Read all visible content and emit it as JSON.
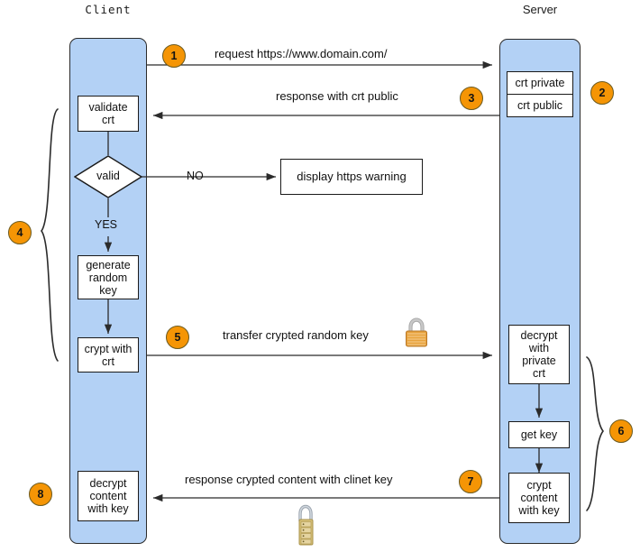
{
  "diagram": {
    "title_client": "Client",
    "title_server": "Server"
  },
  "lanes": [
    {
      "id": "client",
      "label": "Client"
    },
    {
      "id": "server",
      "label": "Server"
    }
  ],
  "client_nodes": {
    "validate_crt": "validate\ncrt",
    "valid_decision": "valid",
    "yes_label": "YES",
    "generate_random_key": "generate\nrandom\nkey",
    "crypt_with_crt": "crypt with\ncrt",
    "decrypt_content_with_key": "decrypt\ncontent\nwith key"
  },
  "server_nodes": {
    "crt_private": "crt private",
    "crt_public": "crt public",
    "decrypt_with_private_crt": "decrypt\nwith\nprivate\ncrt",
    "get_key": "get key",
    "crypt_content_with_key": "crypt\ncontent\nwith key"
  },
  "external_nodes": {
    "display_https_warning": "display https warning",
    "no_label": "NO"
  },
  "messages": [
    {
      "id": "m1",
      "text": "request https://www.domain.com/",
      "direction": "client-to-server"
    },
    {
      "id": "m3",
      "text": "response with crt public",
      "direction": "server-to-client"
    },
    {
      "id": "m5",
      "text": "transfer crypted random key",
      "direction": "client-to-server"
    },
    {
      "id": "m7",
      "text": "response crypted content with clinet key",
      "direction": "server-to-client"
    }
  ],
  "badges": [
    {
      "n": "1"
    },
    {
      "n": "2"
    },
    {
      "n": "3"
    },
    {
      "n": "4"
    },
    {
      "n": "5"
    },
    {
      "n": "6"
    },
    {
      "n": "7"
    },
    {
      "n": "8"
    }
  ],
  "icons": {
    "lock_closed": "padlock-icon",
    "lock_combination": "combination-padlock-icon"
  },
  "colors": {
    "lane_fill": "#b3d1f5",
    "badge_fill": "#f59505",
    "node_fill": "#ffffff",
    "stroke": "#1a1a1a",
    "lock_gold": "#e8a33d",
    "lock_brass": "#d9c27a"
  }
}
